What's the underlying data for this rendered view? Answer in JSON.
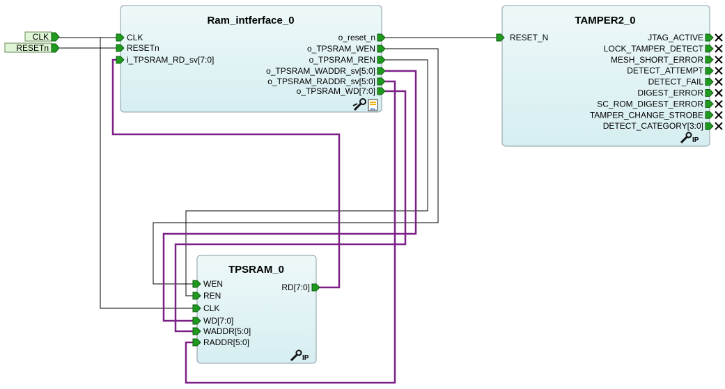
{
  "colors": {
    "block_fill": "#d6eef1",
    "block_fill_top": "#eef8f9",
    "block_stroke": "#8a9ea3",
    "port_green": "#1f9a1f",
    "bus_wire": "#7b2087",
    "signal_wire": "#000000",
    "top_port_fill": "#dff5d6"
  },
  "top_ports": {
    "clk": "CLK",
    "resetn": "RESETn"
  },
  "blocks": {
    "ram_interface": {
      "title": "Ram_intferface_0",
      "inputs": [
        "CLK",
        "RESETn",
        "i_TPSRAM_RD_sv[7:0]"
      ],
      "outputs": [
        "o_reset_n",
        "o_TPSRAM_WEN",
        "o_TPSRAM_REN",
        "o_TPSRAM_WADDR_sv[5:0]",
        "o_TPSRAM_RADDR_sv[5:0]",
        "o_TPSRAM_WD[7:0]"
      ],
      "icons": [
        "wrench-icon",
        "hdl-file-icon"
      ],
      "icon_text": "HDL"
    },
    "tamper": {
      "title": "TAMPER2_0",
      "inputs": [
        "RESET_N"
      ],
      "outputs": [
        "JTAG_ACTIVE",
        "LOCK_TAMPER_DETECT",
        "MESH_SHORT_ERROR",
        "DETECT_ATTEMPT",
        "DETECT_FAIL",
        "DIGEST_ERROR",
        "SC_ROM_DIGEST_ERROR",
        "TAMPER_CHANGE_STROBE",
        "DETECT_CATEGORY[3:0]"
      ],
      "badge": "IP"
    },
    "tpsram": {
      "title": "TPSRAM_0",
      "inputs": [
        "WEN",
        "REN",
        "CLK",
        "WD[7:0]",
        "WADDR[5:0]",
        "RADDR[5:0]"
      ],
      "outputs": [
        "RD[7:0]"
      ],
      "badge": "IP"
    }
  }
}
